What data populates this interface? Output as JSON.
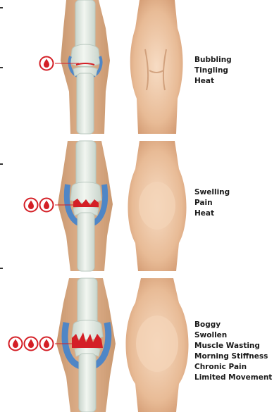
{
  "stages": [
    {
      "severity_drops": 1,
      "symptoms": [
        "Bubbling",
        "Tingling",
        "Heat"
      ]
    },
    {
      "severity_drops": 2,
      "symptoms": [
        "Swelling",
        "Pain",
        "Heat"
      ]
    },
    {
      "severity_drops": 3,
      "symptoms": [
        "Boggy",
        "Swollen",
        "Muscle Wasting",
        "Morning Stiffness",
        "Chronic Pain",
        "Limited Movement"
      ]
    }
  ],
  "colors": {
    "skin": "#dca984",
    "skin_light": "#f0cdb0",
    "bone": "#e3ebe3",
    "bone_edge": "#b9c8bf",
    "synovium_blue": "#4f86c6",
    "inflammation_red": "#d41f26",
    "text": "#1a1a1a"
  }
}
